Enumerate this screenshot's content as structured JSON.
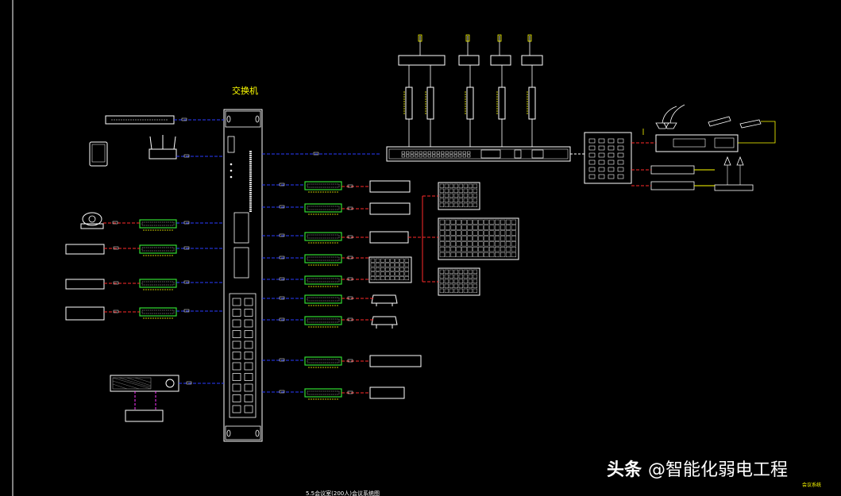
{
  "switch": {
    "title": "交换机"
  },
  "drawing": {
    "footer_title": "5.5会议室(200人)会议系统图",
    "watermark_brand": "头条",
    "watermark_handle": "@智能化弱电工程",
    "corner_note": "会议系统"
  },
  "colors": {
    "line_blue": "#2a3cff",
    "line_red": "#ff2a2a",
    "line_yellow": "#ffff00",
    "line_white": "#ffffff",
    "encoder_green": "#33dd33",
    "display_border": "#cccccc",
    "background": "#000000",
    "magenta": "#ff33ff"
  },
  "icons": [
    "rack-server-icon",
    "tablet-icon",
    "wifi-router-icon",
    "ptz-camera-icon",
    "microphone-icon",
    "projector-icon",
    "speaker-icon",
    "led-wall-icon"
  ]
}
